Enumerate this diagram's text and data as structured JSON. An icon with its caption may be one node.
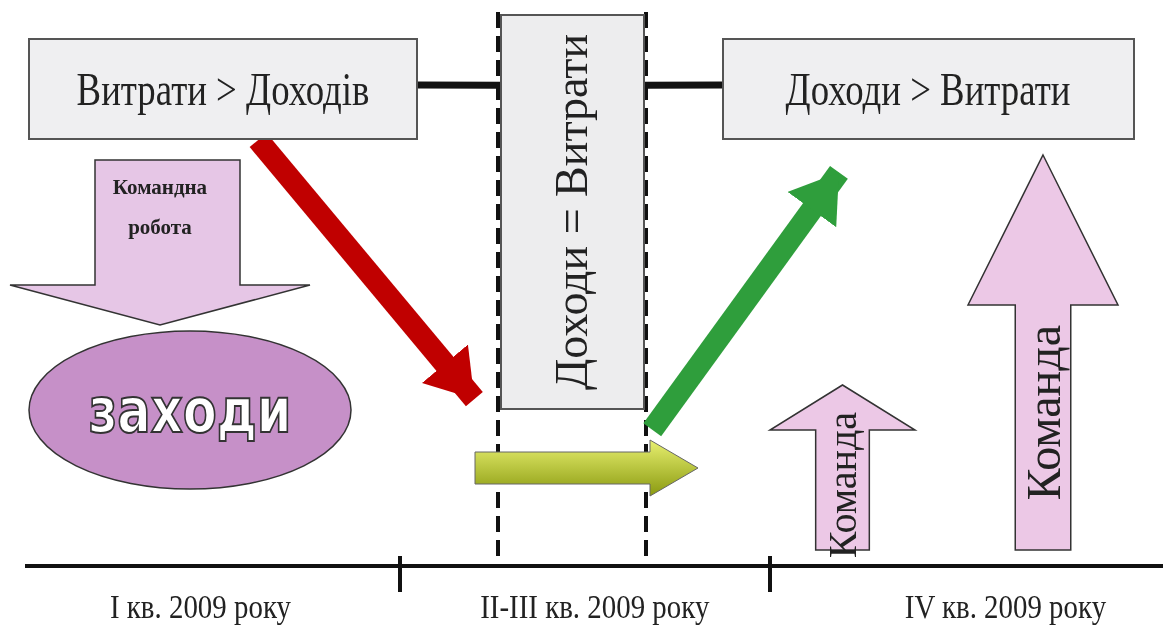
{
  "diagram": {
    "nodes": [
      {
        "text": [
          "Витрати > Доходів"
        ]
      },
      {
        "text": [
          "Доходи = Витрати"
        ]
      },
      {
        "text": [
          "Доходи > Витрати"
        ]
      },
      {
        "text": [
          "Командна робота"
        ]
      },
      {
        "text": [
          "заходи"
        ]
      },
      {
        "text": [
          "Команда"
        ]
      },
      {
        "text": [
          "Команда"
        ]
      }
    ],
    "edges": [
      {
        "from": 0,
        "to": 1,
        "arrow": "none"
      },
      {
        "from": 1,
        "to": 2,
        "arrow": "none"
      },
      {
        "from": 0,
        "to": 1,
        "arrow": "to",
        "style": "thick",
        "color": "#c00000"
      },
      {
        "from": 1,
        "to": 2,
        "arrow": "to",
        "style": "thick",
        "color": "#2f9e3c"
      }
    ],
    "labels": [
      "I кв. 2009 року",
      "II-III кв. 2009 року",
      "IV кв. 2009 року"
    ]
  }
}
